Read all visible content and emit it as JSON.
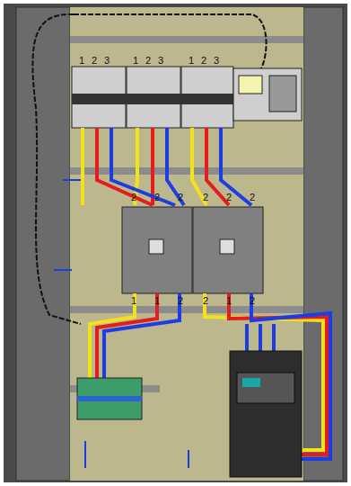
{
  "diagram": {
    "labels": [
      "1",
      "2",
      "3",
      "1",
      "2",
      "3",
      "1",
      "2",
      "3",
      "2",
      "2",
      "2",
      "2",
      "2",
      "2",
      "1",
      "1",
      "2",
      "2",
      "1",
      "2"
    ]
  }
}
